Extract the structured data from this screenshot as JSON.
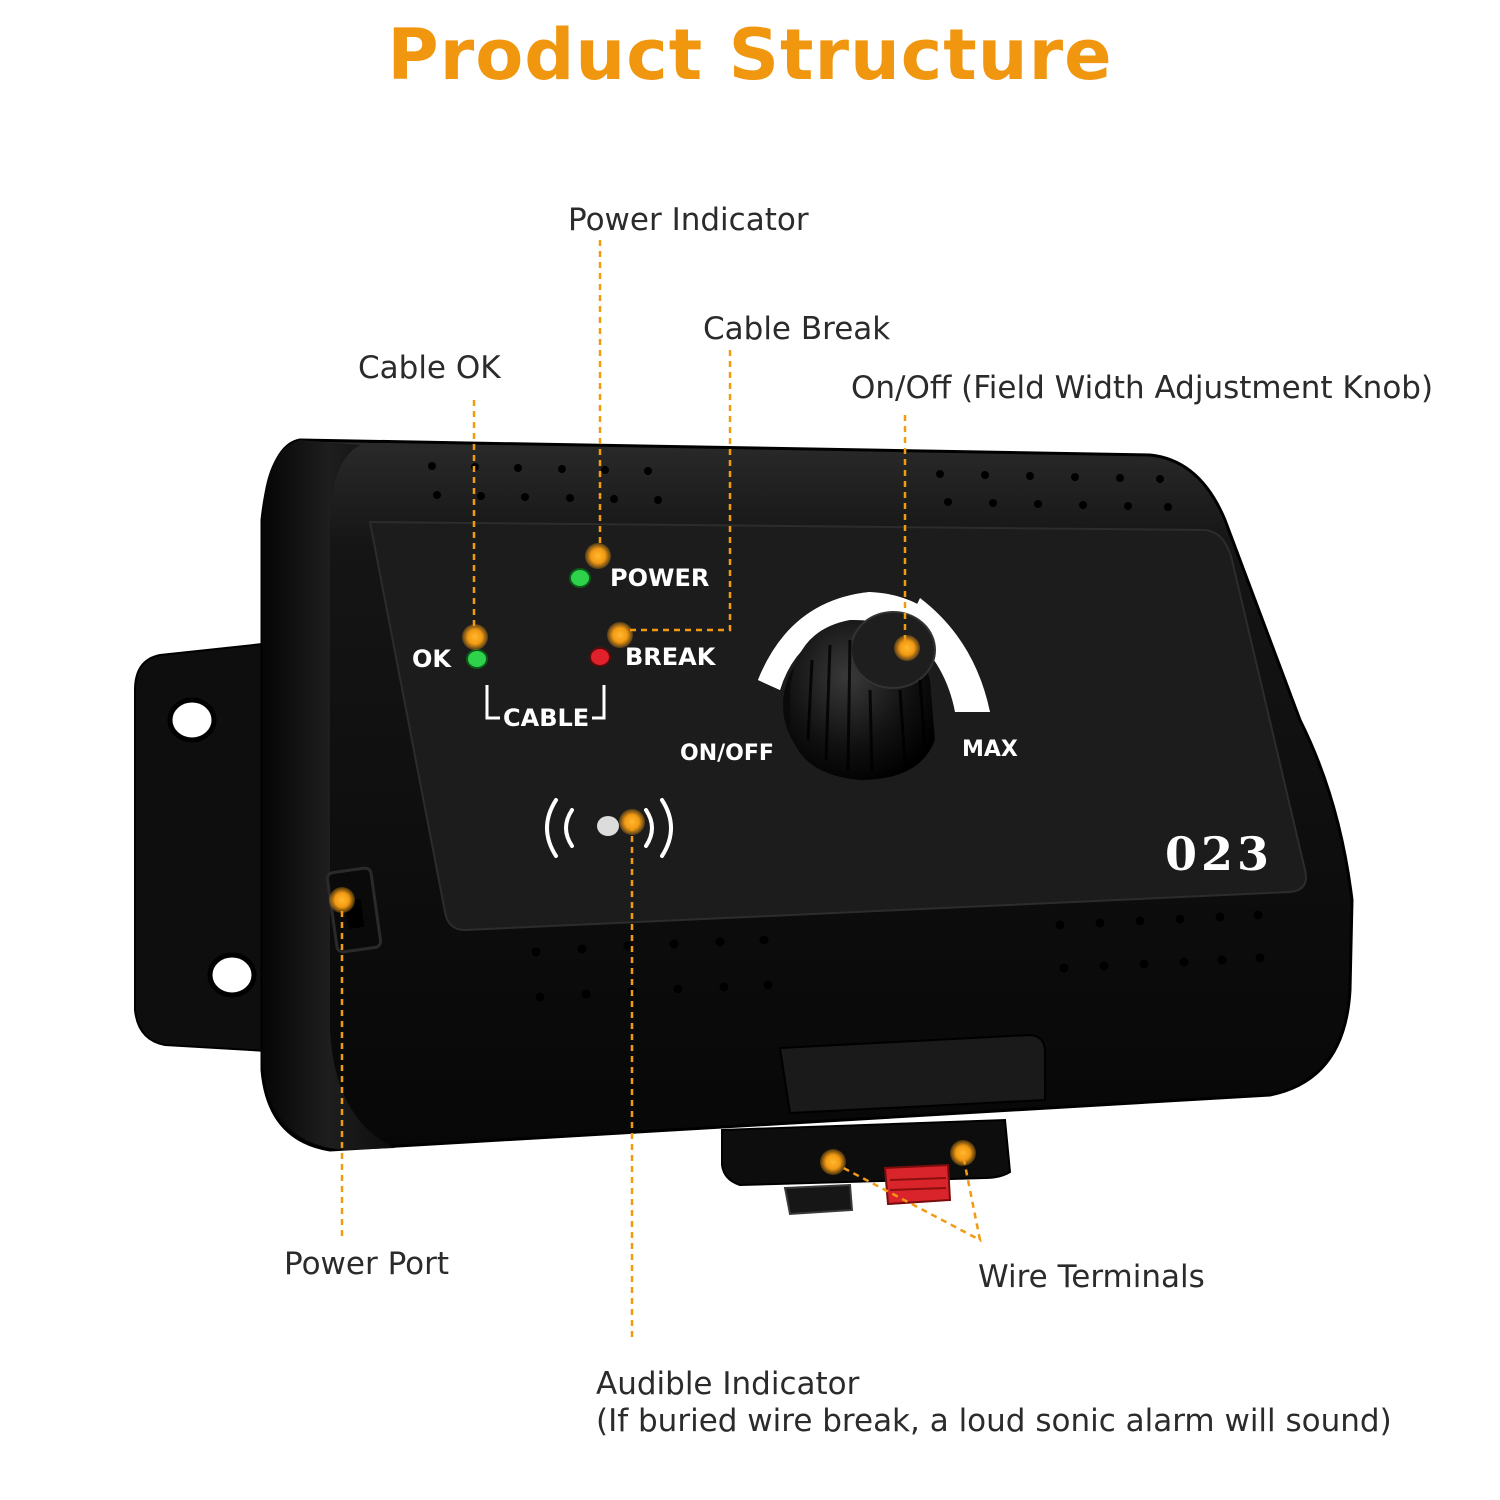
{
  "title": "Product Structure",
  "colors": {
    "accent": "#f0960f",
    "device_body": "#111111",
    "panel": "#1b1b1b",
    "led_green": "#2fd34b",
    "led_red": "#e0202a",
    "terminal_red": "#d8242a"
  },
  "device": {
    "panel_labels": {
      "power": "POWER",
      "ok": "OK",
      "break": "BREAK",
      "cable": "CABLE",
      "on_off": "ON/OFF",
      "max": "MAX",
      "model": "023"
    }
  },
  "callouts": {
    "power_indicator": "Power Indicator",
    "cable_break": "Cable Break",
    "cable_ok": "Cable OK",
    "knob": "On/Off (Field Width Adjustment Knob)",
    "power_port": "Power Port",
    "wire_terminals": "Wire Terminals",
    "audible_indicator": "Audible Indicator",
    "audible_note": "(If buried wire break, a loud sonic alarm will sound)"
  }
}
